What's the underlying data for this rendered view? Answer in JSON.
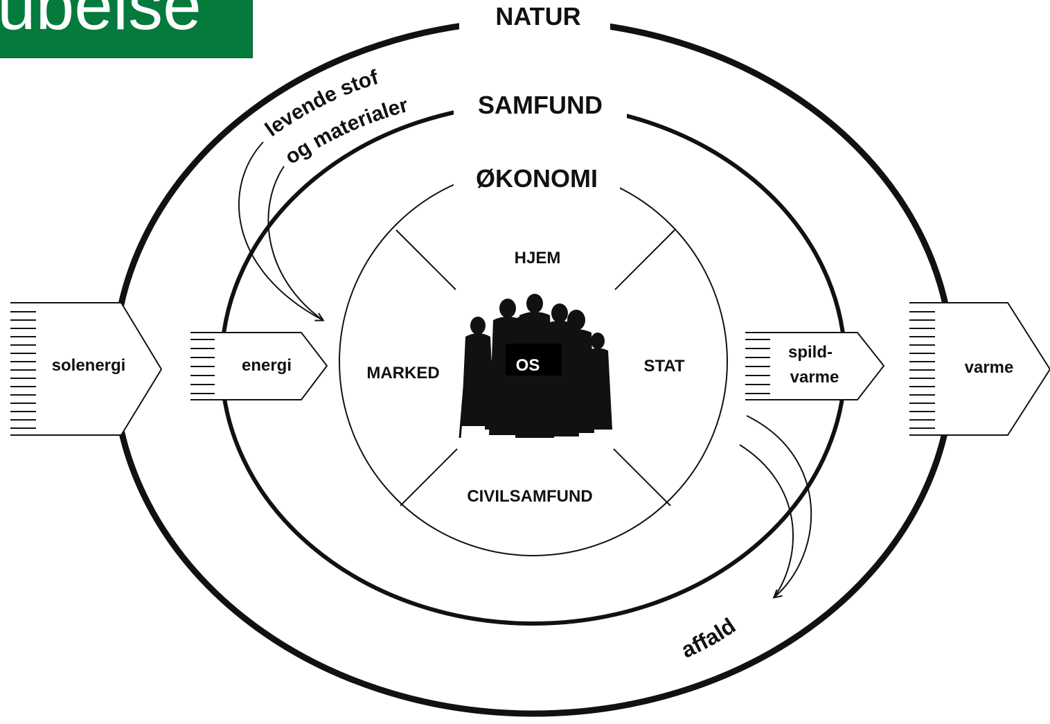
{
  "corner_tab": {
    "text": "ubelse",
    "color": "#047a3c"
  },
  "rings": {
    "outer": "NATUR",
    "middle": "SAMFUND",
    "inner": "ØKONOMI"
  },
  "sectors": {
    "top": "HJEM",
    "left": "MARKED",
    "right": "STAT",
    "bottom": "CIVILSAMFUND"
  },
  "center": {
    "label": "OS"
  },
  "flows": {
    "sun_in": "solenergi",
    "energy_in": "energi",
    "waste_heat_line1": "spild-",
    "waste_heat_line2": "varme",
    "heat_out": "varme",
    "materials_line1": "levende stof",
    "materials_line2": "og materialer",
    "waste": "affald"
  },
  "icons": [
    "people-silhouette-icon",
    "curved-arrow-icon"
  ]
}
